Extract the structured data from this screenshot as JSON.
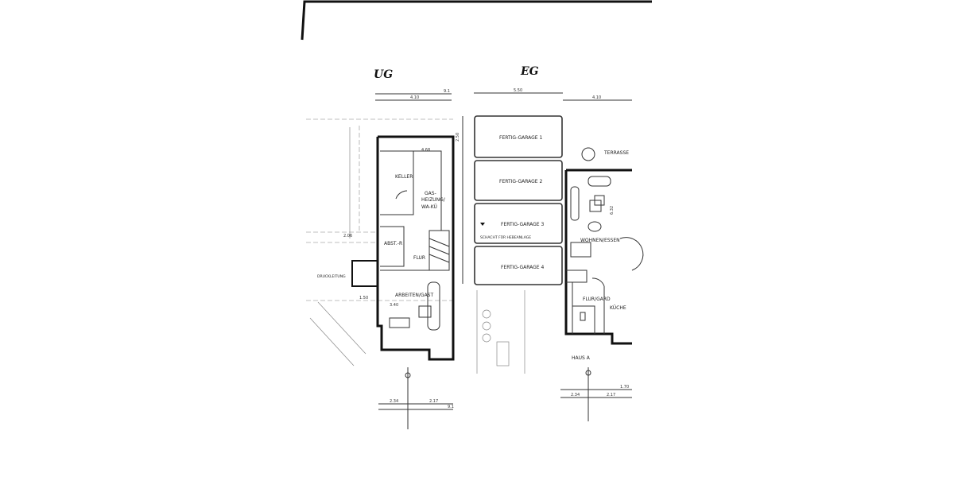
{
  "plans": {
    "ug": {
      "title": "UG",
      "rooms": {
        "keller": "KELLER",
        "gas1": "GAS-",
        "gas2": "HEIZUNG/",
        "gas3": "WA-KÜ",
        "abst": "ABST.-R",
        "flur": "FLUR",
        "arbeiten": "ARBEITEN/GAST",
        "druck": "DRUCKLEITUNG"
      },
      "dims": {
        "top_a": "4.10",
        "top_b": "9.1",
        "d1": "2.06",
        "d2": "1.50",
        "d3": "2.34",
        "d4": "2.17",
        "d5": "9.1",
        "d6": "4.68",
        "d7": "3.40"
      }
    },
    "eg": {
      "title": "EG",
      "garages": [
        "FERTIG-GARAGE 1",
        "FERTIG-GARAGE 2",
        "FERTIG-GARAGE 3",
        "FERTIG-GARAGE 4"
      ],
      "rooms": {
        "terrasse": "TERRASSE",
        "schacht": "SCHACHT FÜR HEBEANLAGE",
        "wohnen": "WOHNEN/ESSEN",
        "flur": "FLUR/GARD",
        "kueche": "KÜCHE",
        "haus": "HAUS A"
      },
      "dims": {
        "top_a": "5.50",
        "top_b": "4.10",
        "side": "2.50",
        "d3": "2.34",
        "d4": "2.17",
        "d5": "1.70",
        "h": "6.32"
      }
    }
  }
}
